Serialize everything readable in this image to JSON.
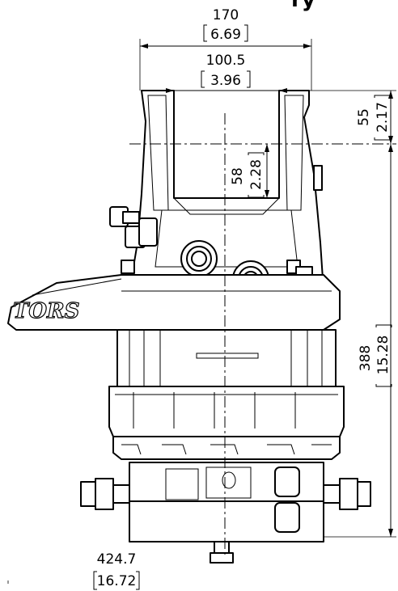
{
  "page_title_fragment": "ry",
  "brand_text": "TORS",
  "dimensions": {
    "top_width": {
      "mm": "170",
      "in": "6.69"
    },
    "inner_width": {
      "mm": "100.5",
      "in": "3.96"
    },
    "top_height": {
      "mm": "55",
      "in": "2.17"
    },
    "slot_depth": {
      "mm": "58",
      "in": "2.28"
    },
    "overall_height": {
      "mm": "388",
      "in": "15.28"
    },
    "overall_width": {
      "mm": "424.7",
      "in": "16.72"
    }
  }
}
